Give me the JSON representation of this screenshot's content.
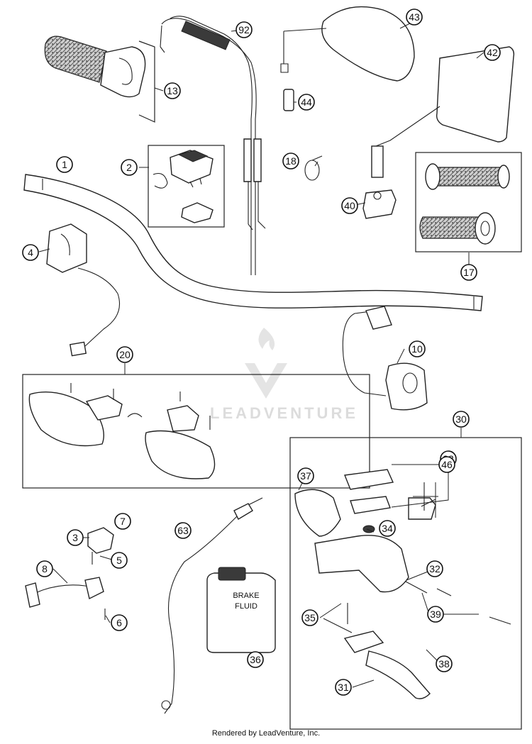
{
  "callouts": [
    "1",
    "2",
    "3",
    "4",
    "5",
    "6",
    "7",
    "8",
    "10",
    "13",
    "17",
    "18",
    "20",
    "30",
    "31",
    "32",
    "33",
    "34",
    "35",
    "36",
    "37",
    "38",
    "39",
    "40",
    "42",
    "43",
    "44",
    "46",
    "63",
    "92"
  ],
  "bottle_label": {
    "line1": "BRAKE",
    "line2": "FLUID"
  },
  "watermark": "LEADVENTURE",
  "footer": "Rendered by LeadVenture, Inc."
}
